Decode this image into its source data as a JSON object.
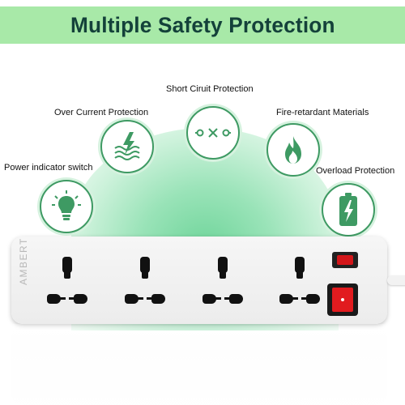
{
  "banner": {
    "title": "Multiple Safety Protection",
    "color": "#a8e9a8"
  },
  "features": [
    {
      "id": "short-circuit",
      "label": "Short Ciruit Protection",
      "icon": "switch-circuit-icon"
    },
    {
      "id": "over-current",
      "label": "Over Current Protection",
      "icon": "lightning-wave-icon"
    },
    {
      "id": "fire-retardant",
      "label": "Fire-retardant Materials",
      "icon": "flame-icon"
    },
    {
      "id": "power-indicator",
      "label": "Power indicator switch",
      "icon": "lightbulb-icon"
    },
    {
      "id": "overload",
      "label": "Overload Protection",
      "icon": "battery-charging-icon"
    }
  ],
  "product": {
    "brand": "AMBERT",
    "socket_count": 4,
    "accent_color": "#3e9a63",
    "switch_color": "#e11b1f"
  }
}
